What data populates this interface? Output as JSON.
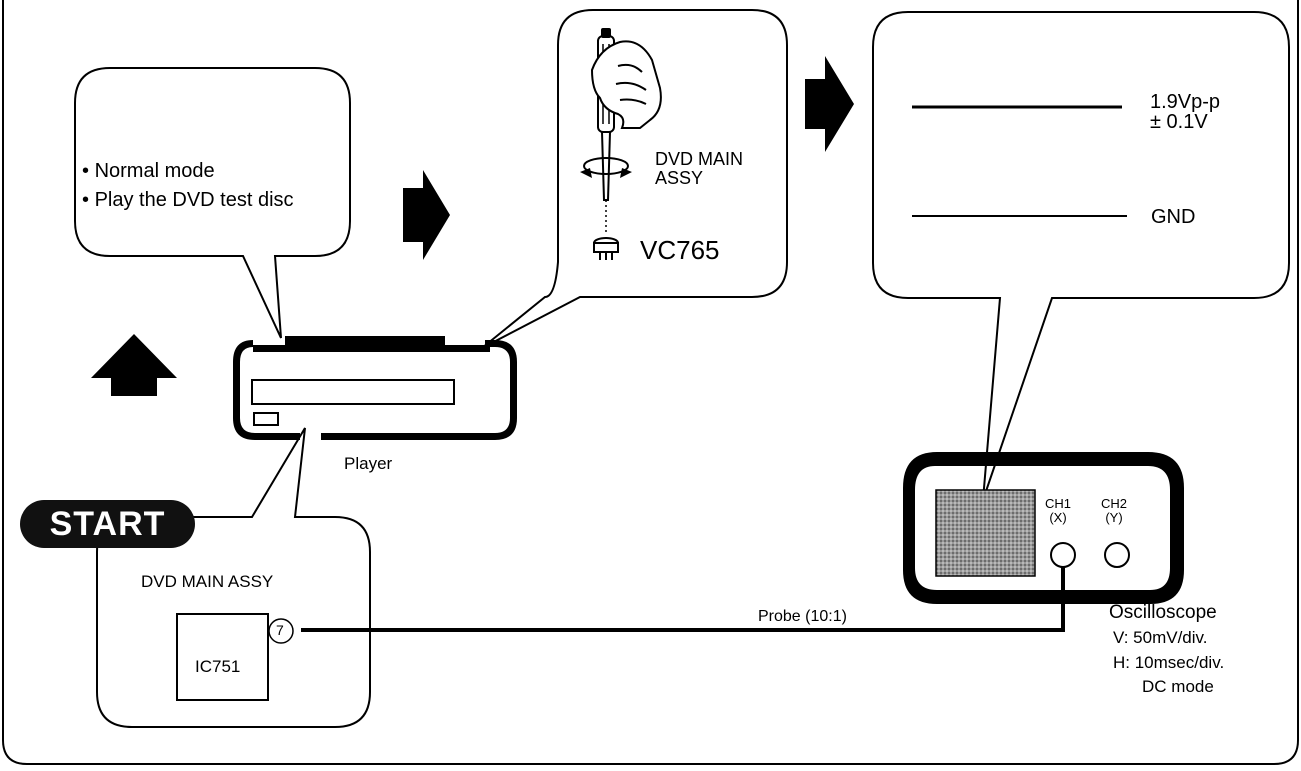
{
  "callouts": {
    "mode_bullets": [
      "Normal mode",
      "Play the DVD test disc"
    ],
    "adjust_target": "DVD MAIN\nASSY",
    "adjust_part": "VC765"
  },
  "waveform": {
    "amplitude": "1.9Vp-p\n± 0.1V",
    "ground": "GND"
  },
  "player": {
    "label": "Player"
  },
  "start": {
    "badge": "START",
    "board": "DVD MAIN  ASSY",
    "ic": "IC751",
    "pin": "7"
  },
  "probe": {
    "label": "Probe (10:1)"
  },
  "oscilloscope": {
    "ch1": "CH1\n(X)",
    "ch2": "CH2\n(Y)",
    "title": "Oscilloscope",
    "settings": [
      "V: 50mV/div.",
      "H: 10msec/div.",
      "DC mode"
    ]
  }
}
